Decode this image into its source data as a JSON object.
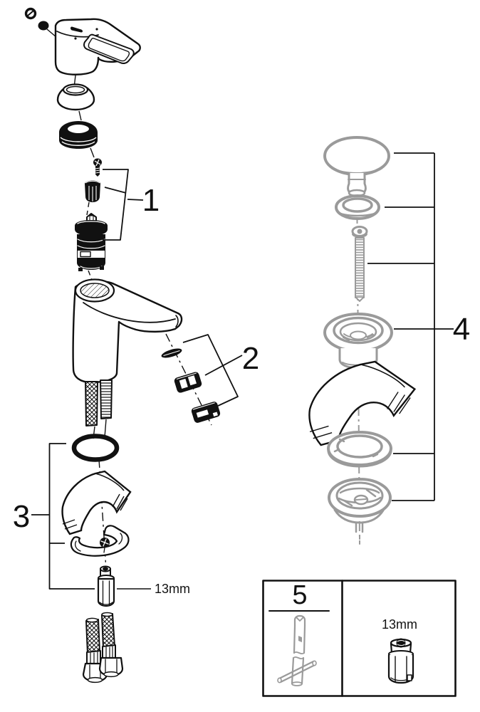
{
  "figure": {
    "background": "#ffffff",
    "ink": "#111111",
    "drain_ink": "#9a9a9a",
    "wedge_ink": "#b5b5b5"
  },
  "callouts": {
    "c1": {
      "label": "1"
    },
    "c2": {
      "label": "2"
    },
    "c3": {
      "label": "3"
    },
    "c4": {
      "label": "4"
    },
    "c5": {
      "label": "5"
    }
  },
  "size_labels": {
    "mounting_nut": "13mm",
    "tool_nut": "13mm"
  }
}
